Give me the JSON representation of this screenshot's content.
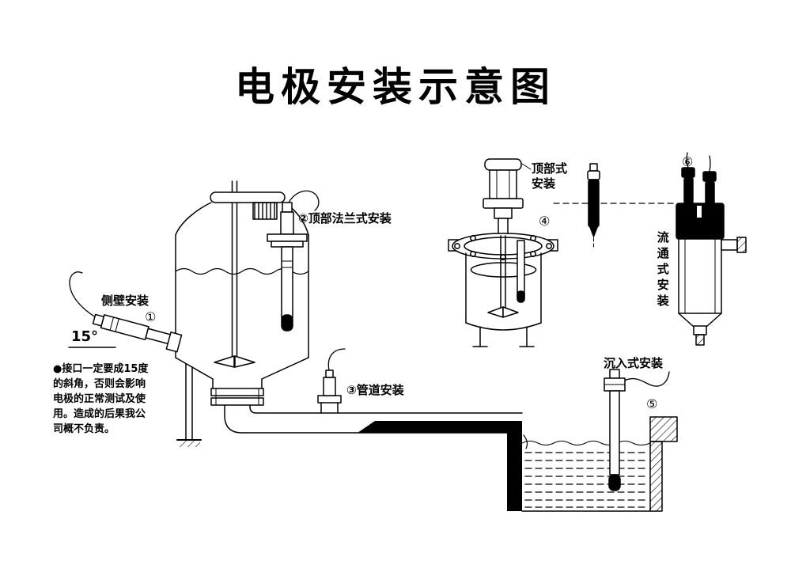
{
  "title": "电极安装示意图",
  "annotations": {
    "side_wall": {
      "label": "侧壁安装",
      "number": "①",
      "angle": "15°"
    },
    "top_flange": {
      "label": "顶部法兰式安装",
      "number": "②"
    },
    "pipeline": {
      "label": "管道安装",
      "number": "③"
    },
    "top_type": {
      "label": "顶部式\n安装",
      "number": "④"
    },
    "submerged": {
      "label": "沉入式安装",
      "number": "⑤"
    },
    "flow_through": {
      "label": "流通式安装",
      "number": "⑥"
    }
  },
  "warning": {
    "lines": [
      "●接口一定要成15度",
      "的斜角，否则会影响",
      "电极的正常测试及使",
      "用。造成的后果我公",
      "司概不负责。"
    ]
  },
  "colors": {
    "ink": "#000000",
    "paper": "#ffffff"
  }
}
